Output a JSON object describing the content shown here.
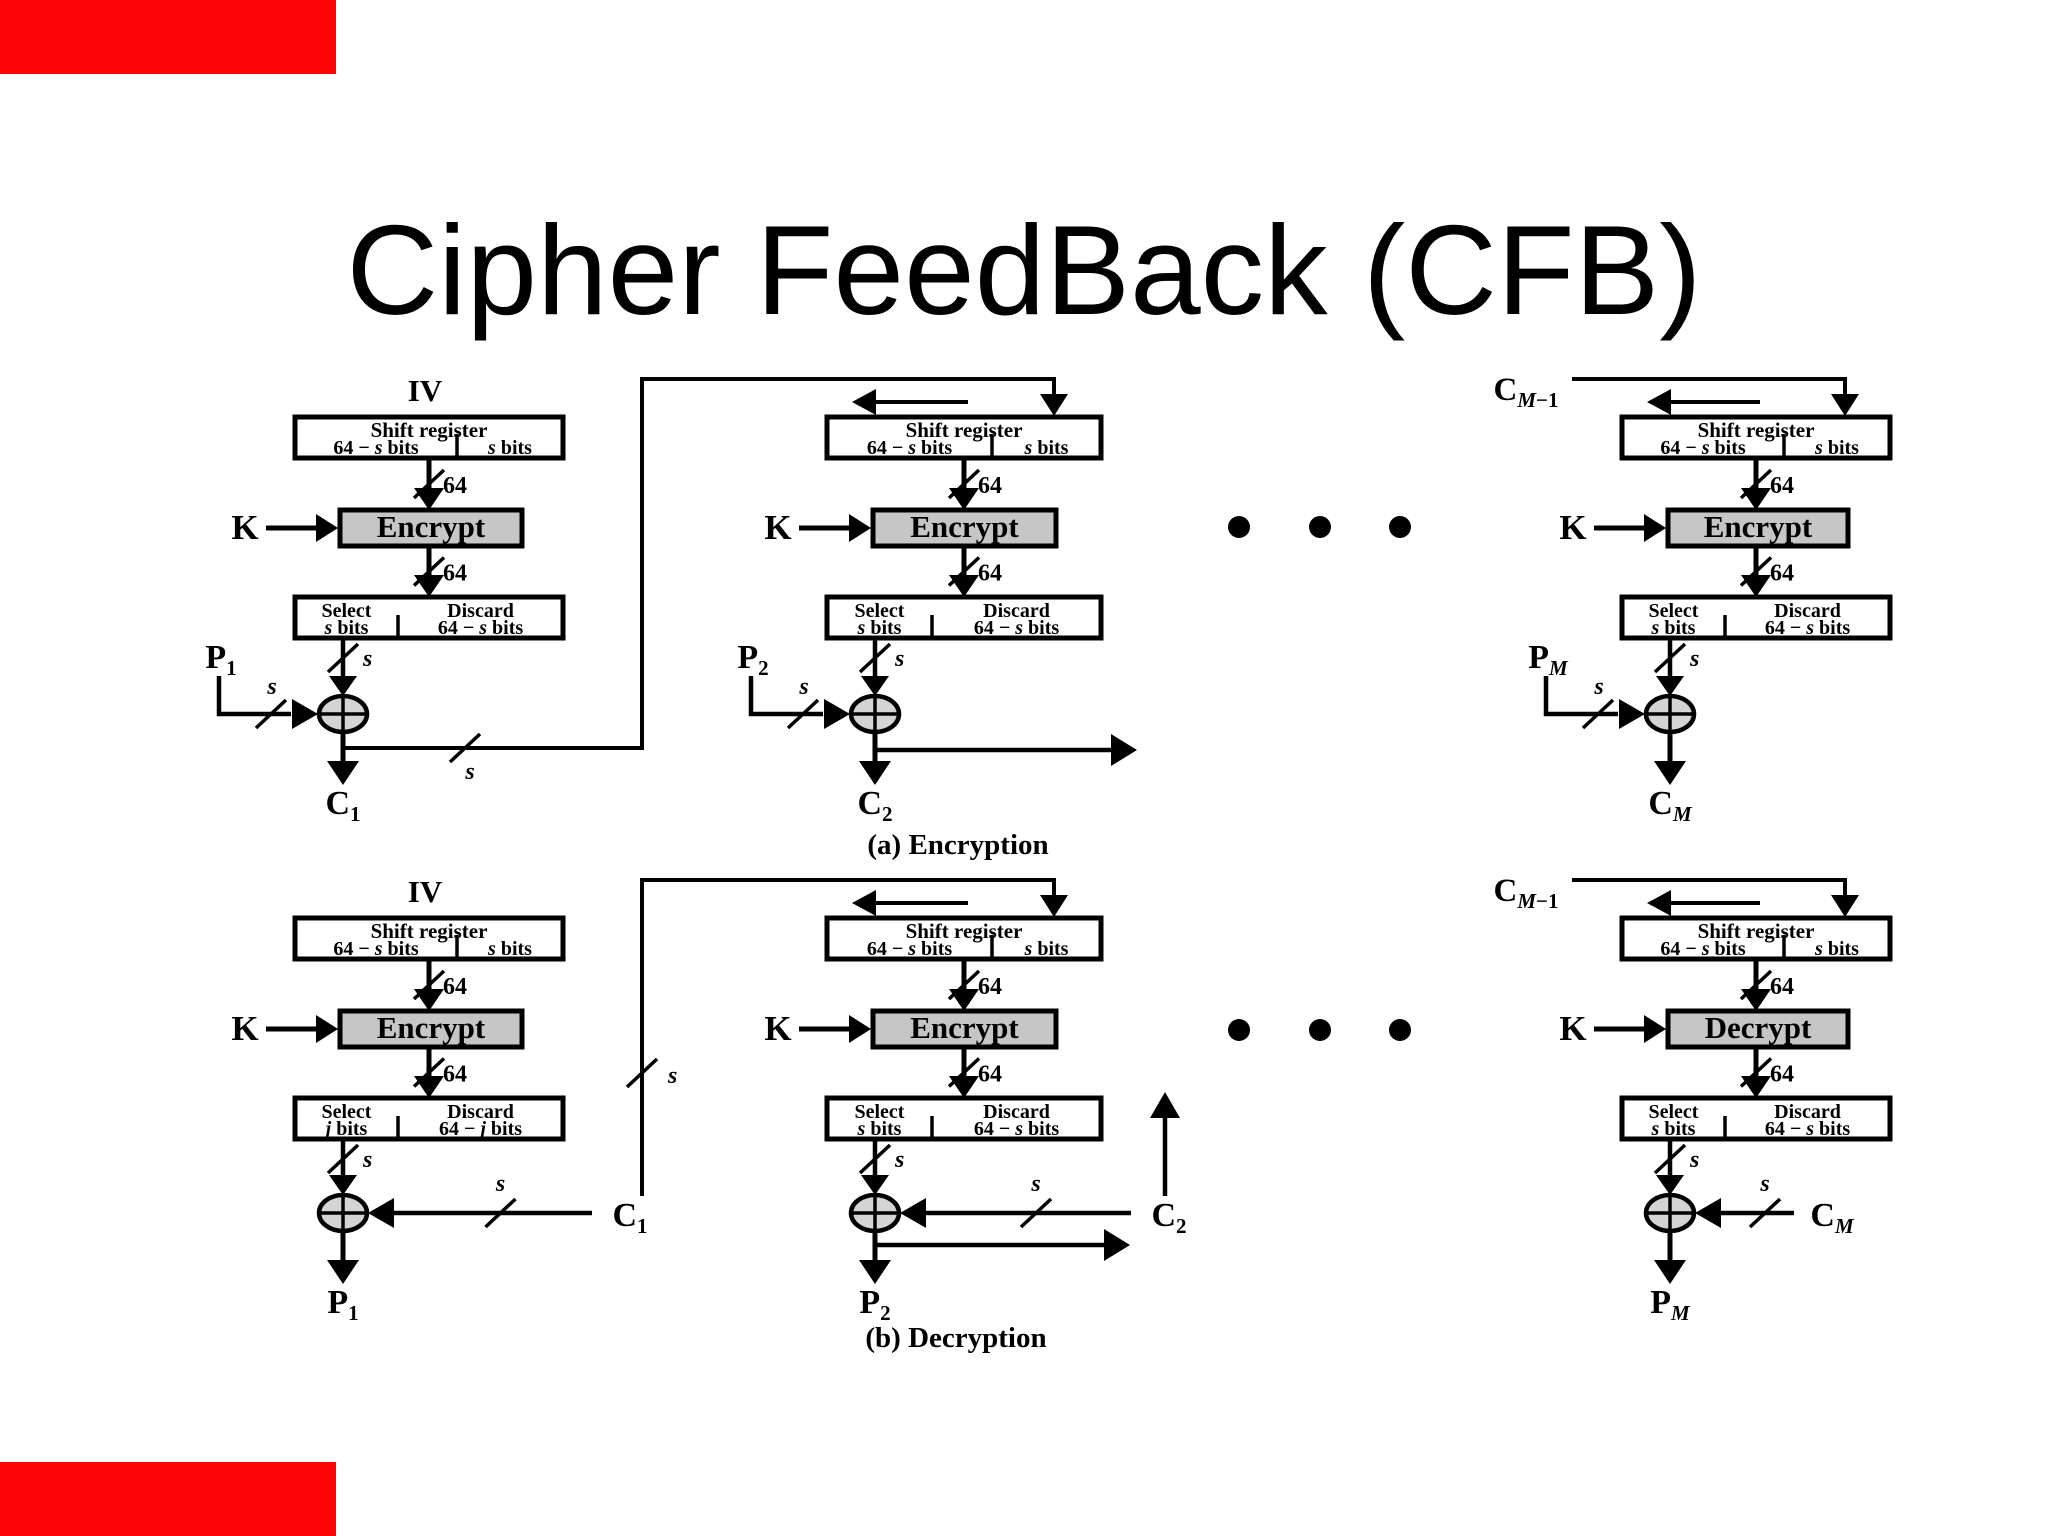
{
  "title": "Cipher FeedBack (CFB)",
  "decor": {
    "corner_bar_color": "#fb0505"
  },
  "diagram": {
    "captions": {
      "encryption": "(a) Encryption",
      "decryption": "(b) Decryption"
    },
    "register_box": {
      "line1": "Shift register",
      "left": "64 − *s* bits",
      "right": "*s* bits"
    },
    "select_box_s": {
      "left1": "Select",
      "left2": "*s* bits",
      "right1": "Discard",
      "right2": "64 − *s* bits"
    },
    "select_box_j": {
      "left1": "Select",
      "left2": "*j* bits",
      "right1": "Discard",
      "right2": "64 − *j* bits"
    },
    "labels": {
      "iv": "IV",
      "key": "K",
      "bus64": "64",
      "bus_s": "s",
      "cm_prev": "C^M−1"
    },
    "engines": {
      "encrypt": "Encrypt",
      "decrypt": "Decrypt"
    },
    "units": [
      {
        "id": "enc-unit-1",
        "row": "enc",
        "col": 0,
        "top": "iv",
        "engine": "encrypt",
        "select": "s",
        "input": "P^1",
        "output": "C^1",
        "input_side": "left",
        "feed_right": true
      },
      {
        "id": "enc-unit-2",
        "row": "enc",
        "col": 1,
        "engine": "encrypt",
        "select": "s",
        "input": "P^2",
        "output": "C^2",
        "input_side": "left",
        "shift_arrow": true,
        "out_arrow": true
      },
      {
        "id": "enc-unit-3",
        "row": "enc",
        "col": 2,
        "top": "cm_prev",
        "engine": "encrypt",
        "select": "s",
        "input": "P^M",
        "output": "C^M",
        "input_side": "left",
        "shift_arrow": true,
        "top_in": true
      },
      {
        "id": "dec-unit-1",
        "row": "dec",
        "col": 0,
        "top": "iv",
        "engine": "encrypt",
        "select": "j",
        "input": "C^1",
        "output": "P^1",
        "input_side": "right",
        "feed_right": true
      },
      {
        "id": "dec-unit-2",
        "row": "dec",
        "col": 1,
        "engine": "encrypt",
        "select": "s",
        "input": "C^2",
        "output": "P^2",
        "input_side": "right",
        "shift_arrow": true,
        "out_arrow": true,
        "up_arrow": true
      },
      {
        "id": "dec-unit-3",
        "row": "dec",
        "col": 2,
        "top": "cm_prev",
        "engine": "decrypt",
        "select": "s",
        "input": "C^M",
        "output": "P^M",
        "input_side": "right",
        "shift_arrow": true,
        "top_in": true
      }
    ]
  }
}
